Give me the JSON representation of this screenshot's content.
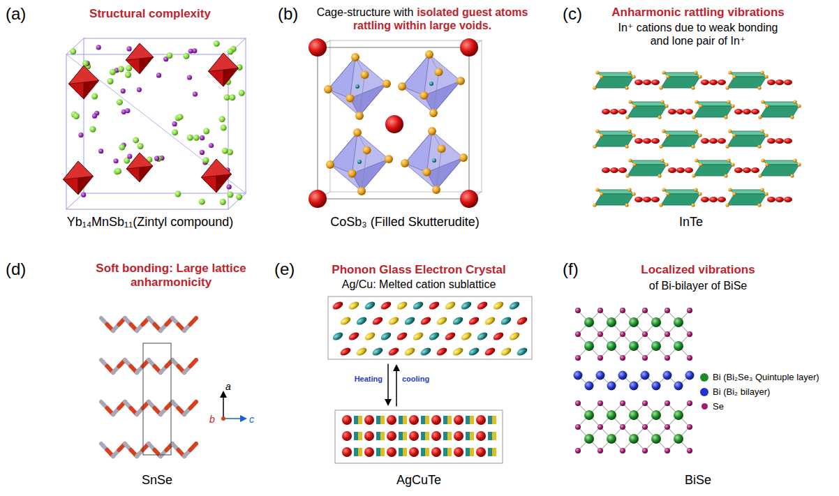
{
  "diagram": {
    "labels": [
      "(a)",
      "Structural complexity",
      "Yb₁₄MnSb₁₁(Zintyl compound)",
      "(b)",
      "Cage-structure with",
      "isolated guest atoms rattling within large voids.",
      "CoSb₃ (Filled Skutterudite)",
      "(c)",
      "Anharmonic rattling vibrations",
      "In⁺ cations due to weak bonding and lone pair of In⁺",
      "InTe",
      "(d)",
      "Soft bonding: Large lattice anharmonicity",
      "a",
      "b",
      "c",
      "SnSe",
      "(e)",
      "Phonon Glass Electron Crystal",
      "Ag/Cu: Melted cation sublattice",
      "Heating",
      "cooling",
      "AgCuTe",
      "(f)",
      "Localized vibrations",
      "of Bi-bilayer of BiSe",
      "BiSe"
    ],
    "legend": [
      {
        "text": "Bi (Bi₂Se₃ Quintuple layer)",
        "color": "#1d8a2a"
      },
      {
        "text": "Bi (Bi₂ bilayer)",
        "color": "#2233cc"
      },
      {
        "text": "Se",
        "color": "#a01a70"
      }
    ]
  }
}
